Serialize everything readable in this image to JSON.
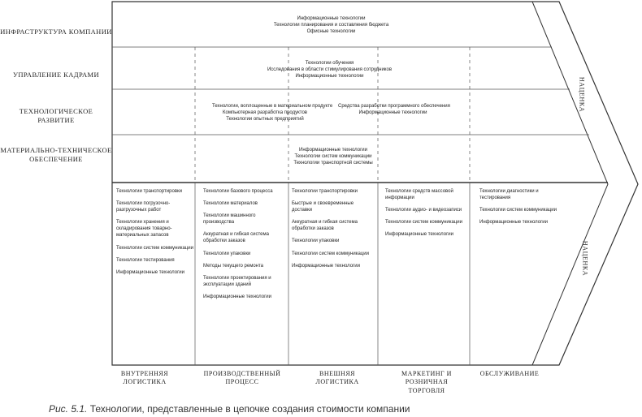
{
  "support_activities": [
    {
      "label": "ИНФРАСТРУКТУРА КОМПАНИИ",
      "items": [
        "Информационные технологии",
        "Технологии планирования и составления бюджета",
        "Офисные технологии"
      ]
    },
    {
      "label": "УПРАВЛЕНИЕ КАДРАМИ",
      "items": [
        "Технологии обучения",
        "Исследования в области стимулирования сотрудников",
        "Информационные технологии"
      ]
    },
    {
      "label": "ТЕХНОЛОГИЧЕСКОЕ РАЗВИТИЕ",
      "left_items": [
        "Технологии, воплощенные в материальном продукте",
        "Компьютерная разработка продуктов",
        "Технологии опытных предприятий"
      ],
      "right_items": [
        "Средства разработки программного обеспечения",
        "Информационные технологии"
      ]
    },
    {
      "label": "МАТЕРИАЛЬНО-ТЕХНИЧЕСКОЕ ОБЕСПЕЧЕНИЕ",
      "items": [
        "Информационные технологии",
        "Технологии систем коммуникации",
        "Технологии транспортной системы"
      ]
    }
  ],
  "primary_activities": [
    {
      "label": "ВНУТРЕННЯЯ ЛОГИСТИКА",
      "items": [
        "Технологии транспортировки",
        "Технологии погрузочно-разгрузочных работ",
        "Технологии хранения и складирования товарно-материальных запасов",
        "Технологии систем коммуникации",
        "Технологии тестирования",
        "Информационные технологии"
      ]
    },
    {
      "label": "ПРОИЗВОДСТВЕННЫЙ ПРОЦЕСС",
      "items": [
        "Технологии базового процесса",
        "Технологии материалов",
        "Технологии машинного производства",
        "Аккуратная и гибкая система обработки заказов",
        "Технологии упаковки",
        "Методы текущего ремонта",
        "Технологии проектирования и эксплуатации зданий",
        "Информационные технологии"
      ]
    },
    {
      "label": "ВНЕШНЯЯ ЛОГИСТИКА",
      "items": [
        "Технологии транспортировки",
        "Быстрые и своевременные доставки",
        "Аккуратная и гибкая система обработки заказов",
        "Технологии упаковки",
        "Технологии систем коммуникации",
        "Информационные технологии"
      ]
    },
    {
      "label": "МАРКЕТИНГ И РОЗНИЧНАЯ ТОРГОВЛЯ",
      "items": [
        "Технологии средств массовой информации",
        "Технологии аудио- и видеозаписи",
        "Технологии систем коммуникации",
        "Информационные технологии"
      ]
    },
    {
      "label": "ОБСЛУЖИВАНИЕ",
      "items": [
        "Технологии диагностики и тестирования",
        "Технологии систем коммуникации",
        "Информационные технологии"
      ]
    }
  ],
  "margin_labels": [
    "НАЦЕНКА",
    "НАЦЕНКА"
  ],
  "caption": {
    "figure": "Рис. 5.1.",
    "text": "Технологии, представленные в цепочке создания стоимости компании"
  }
}
